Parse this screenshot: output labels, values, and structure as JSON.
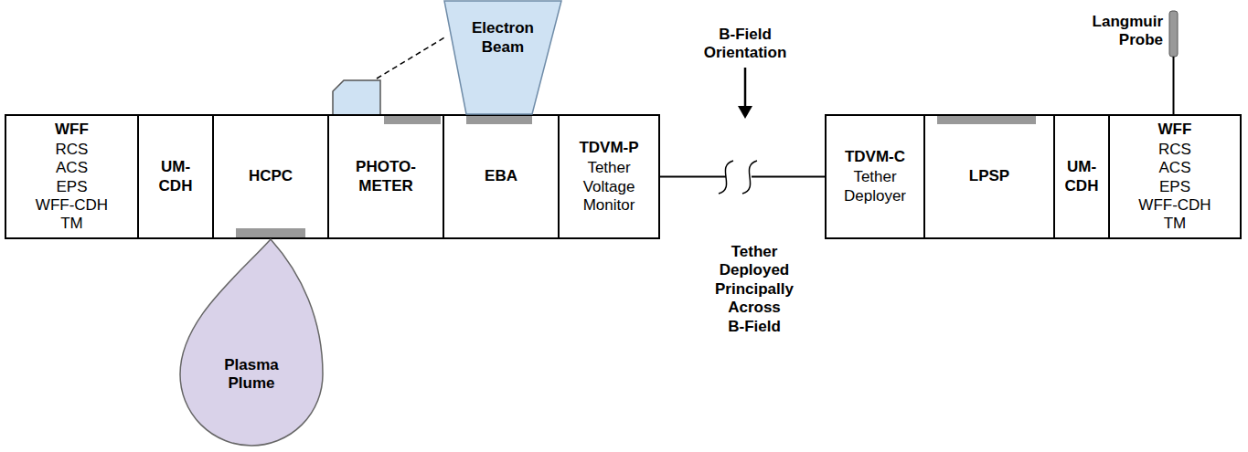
{
  "diagram": {
    "nodes": [
      {
        "text": [
          "WFF",
          "RCS ACS EPS WFF-CDH TM"
        ]
      },
      {
        "text": [
          "UM-CDH"
        ]
      },
      {
        "text": [
          "HCPC"
        ]
      },
      {
        "text": [
          "PHOTO-METER"
        ]
      },
      {
        "text": [
          "EBA"
        ]
      },
      {
        "text": [
          "TDVM-P",
          "Tether Voltage Monitor"
        ]
      },
      {
        "text": [
          "TDVM-C",
          "Tether Deployer"
        ]
      },
      {
        "text": [
          "LPSP"
        ]
      },
      {
        "text": [
          "UM-CDH"
        ]
      },
      {
        "text": [
          "WFF",
          "RCS ACS EPS WFF-CDH TM"
        ]
      },
      {
        "text": [
          "Electron Beam"
        ]
      },
      {
        "text": [
          "Plasma Plume"
        ]
      }
    ],
    "edges": [
      {
        "from": 5,
        "to": 6,
        "arrow": "none"
      }
    ],
    "labels": [
      "B-Field Orientation",
      "Tether Deployed Principally Across B-Field",
      "Langmuir Probe"
    ]
  }
}
